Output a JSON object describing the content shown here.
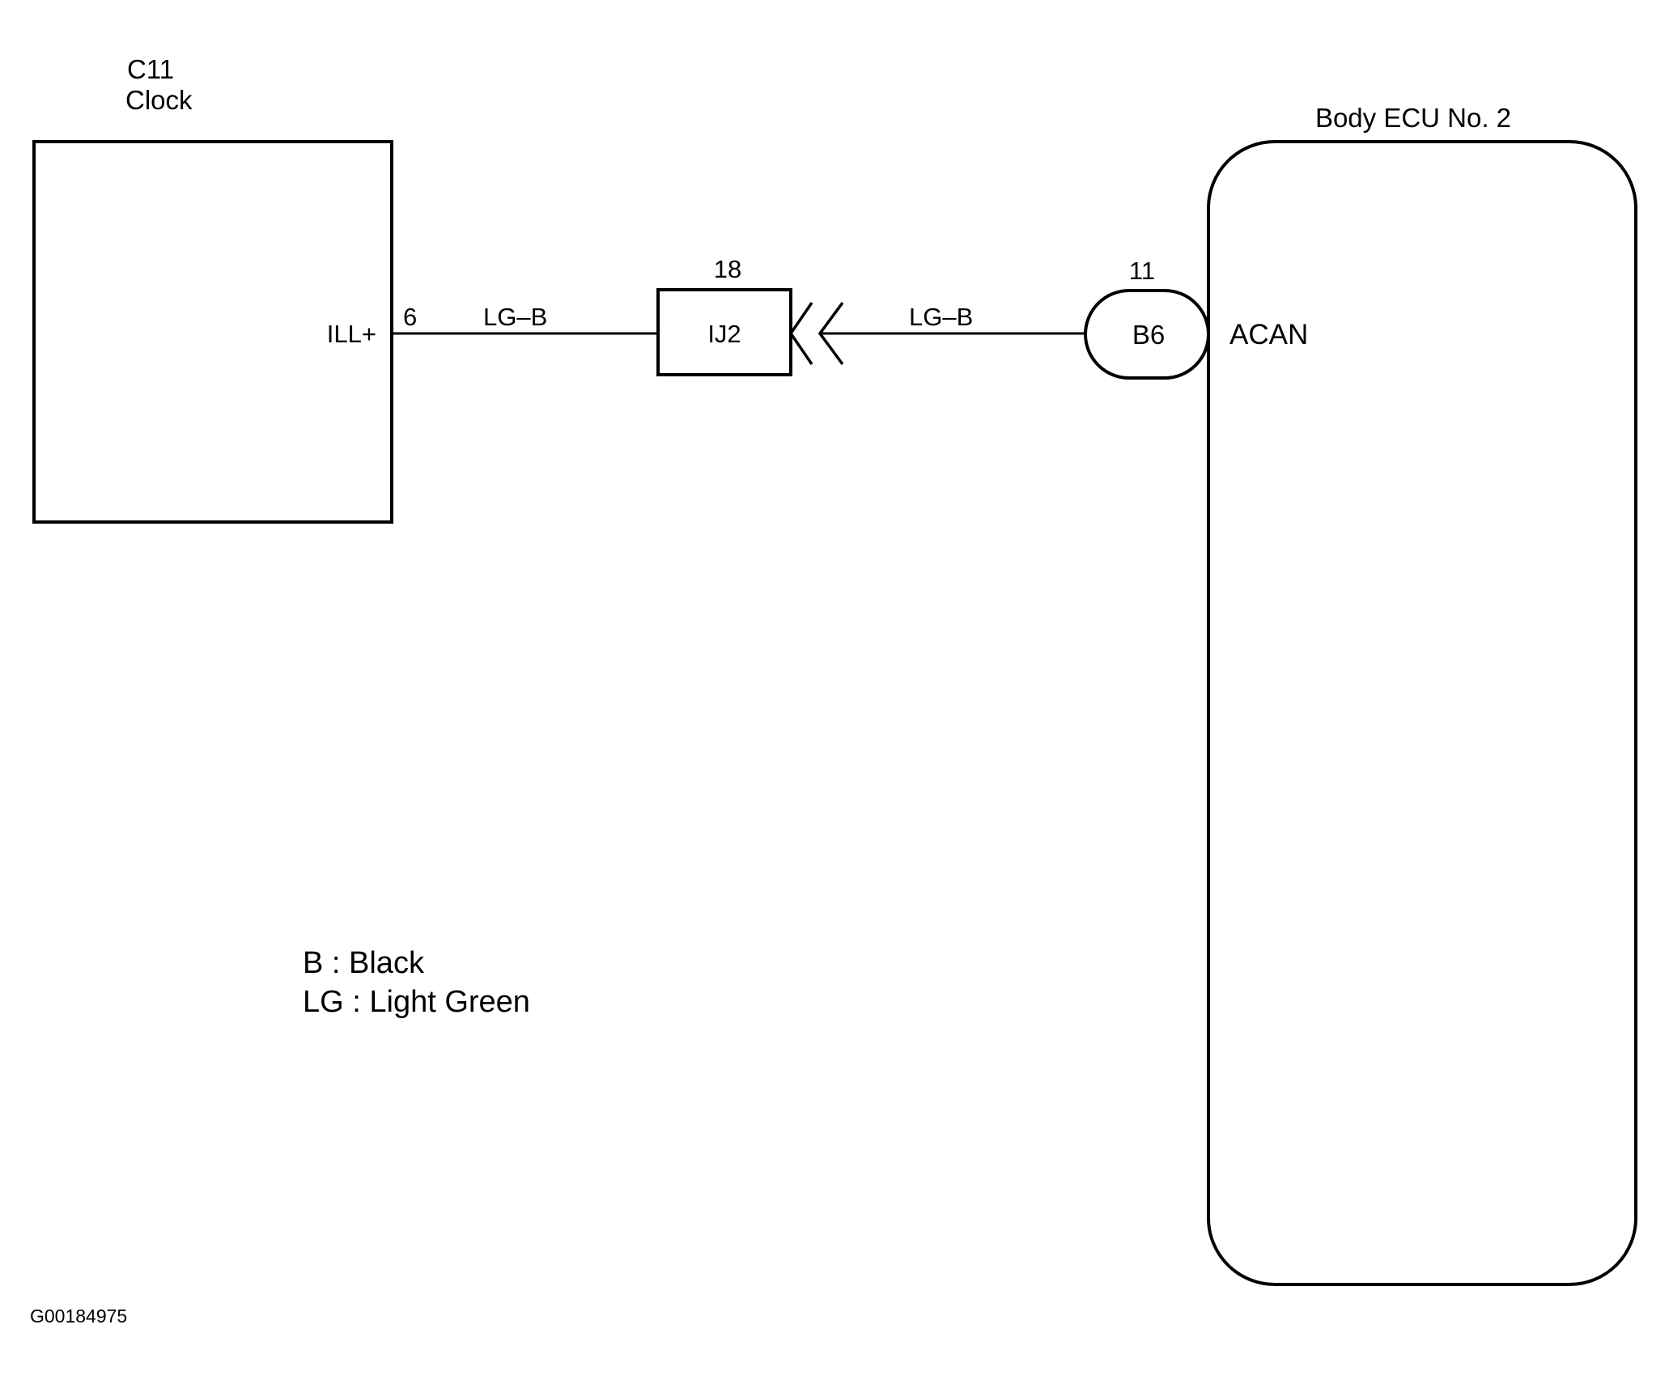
{
  "components": {
    "clock": {
      "code": "C11",
      "name": "Clock",
      "pin_label": "ILL+",
      "pin_number": "6"
    },
    "junction": {
      "name": "IJ2",
      "pin_number": "18"
    },
    "connector": {
      "name": "B6",
      "pin_number": "11"
    },
    "ecu": {
      "name": "Body ECU No. 2",
      "pin_label": "ACAN"
    }
  },
  "wires": [
    {
      "color_code": "LG–B"
    },
    {
      "color_code": "LG–B"
    }
  ],
  "legend": [
    "B : Black",
    "LG : Light Green"
  ],
  "figure_id": "G00184975",
  "colors": {
    "line": "#000000",
    "background": "#ffffff"
  }
}
